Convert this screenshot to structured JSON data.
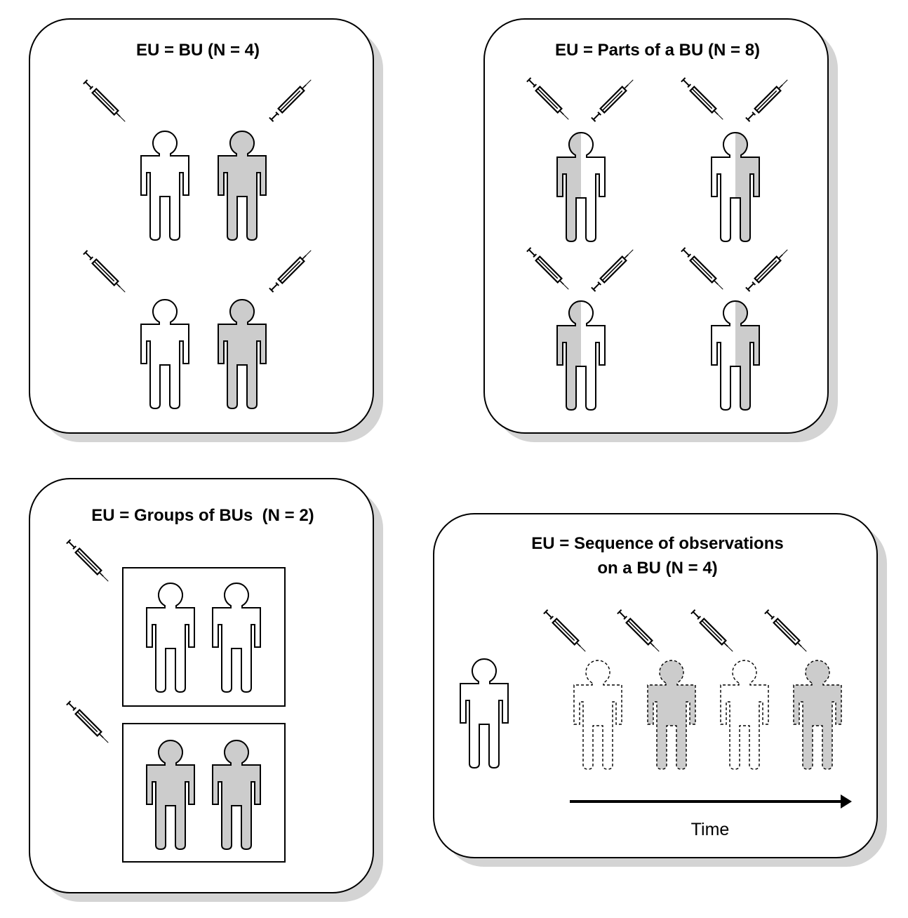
{
  "panels": {
    "bu": {
      "title": "EU = BU (N = 4)"
    },
    "parts": {
      "title": "EU = Parts of a BU (N = 8)"
    },
    "groups": {
      "title": "EU = Groups of BUs  (N = 2)"
    },
    "sequence": {
      "title_line1": "EU = Sequence of observations",
      "title_line2": "on a BU (N = 4)",
      "time_label": "Time"
    }
  },
  "colors": {
    "treated_fill": "#cccccc",
    "untreated_fill": "#ffffff",
    "outline": "#000000",
    "shadow": "#d4d4d4"
  },
  "icons": [
    "person-icon",
    "syringe-icon",
    "arrow-icon"
  ]
}
